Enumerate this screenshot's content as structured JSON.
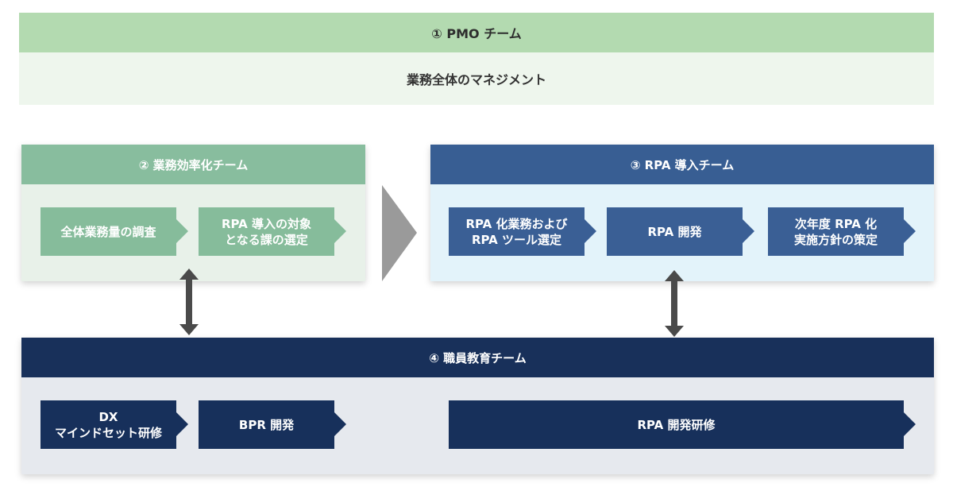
{
  "pmo": {
    "title": "① PMO チーム",
    "body": "業務全体のマネジメント"
  },
  "team2": {
    "title": "② 業務効率化チーム",
    "steps": [
      {
        "line1": "全体業務量の調査",
        "line2": ""
      },
      {
        "line1": "RPA 導入の対象",
        "line2": "となる課の選定"
      }
    ]
  },
  "team3": {
    "title": "③ RPA 導入チーム",
    "steps": [
      {
        "line1": "RPA 化業務および",
        "line2": "RPA ツール選定"
      },
      {
        "line1": "RPA 開発",
        "line2": ""
      },
      {
        "line1": "次年度 RPA 化",
        "line2": "実施方針の策定"
      }
    ]
  },
  "team4": {
    "title": "④ 職員教育チーム",
    "steps": [
      {
        "line1": "DX",
        "line2": "マインドセット研修"
      },
      {
        "line1": "BPR 開発",
        "line2": ""
      },
      {
        "line1": "RPA 開発研修",
        "line2": ""
      }
    ]
  },
  "colors": {
    "pmo_header": "#b3dab0",
    "pmo_body": "#eef6ed",
    "team2": "#88bd9e",
    "team3": "#385e93",
    "team4": "#18305a",
    "arrow": "#9a9a9a",
    "connector": "#4a4a4a"
  }
}
